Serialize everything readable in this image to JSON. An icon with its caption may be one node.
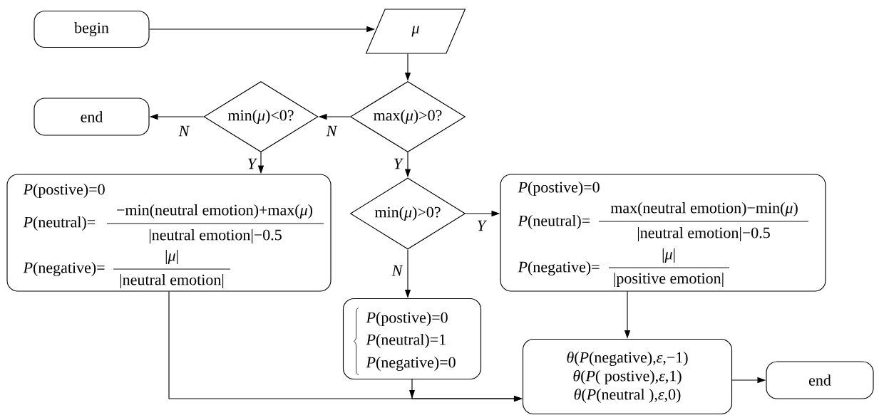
{
  "diagram": {
    "nodes": [
      {
        "text": [
          "begin"
        ]
      },
      {
        "text": [
          "μ"
        ]
      },
      {
        "text": [
          "max(*μ*)>0?"
        ]
      },
      {
        "text": [
          "end"
        ]
      },
      {
        "text": [
          "min(*μ*)<0?"
        ]
      },
      {
        "text": [
          "*P*(postive)=0",
          "*P*(neutral)=",
          "−min(neutral emotion)+max(*μ*)",
          "|neutral emotion|−0.5",
          "*P*(negative)=",
          "|*μ*|",
          "|neutral emotion|"
        ]
      },
      {
        "text": [
          "min(*μ*)>0?"
        ]
      },
      {
        "text": [
          "*P*(postive)=0",
          "*P*(neutral)=",
          "max(neutral emotion)−min(*μ*)",
          "|neutral emotion|−0.5",
          "*P*(negative)=",
          "|*μ*|",
          "|positive emotion|"
        ]
      },
      {
        "text": [
          "*P*(postive)=0",
          "*P*(neutral)=1",
          "*P*(negative)=0"
        ]
      },
      {
        "text": [
          "*θ*(*P*(negative),*ε*,−1)",
          "*θ*(*P*( postive),*ε*,1)",
          "*θ*(*P*(neutral ),*ε*,0)"
        ]
      },
      {
        "text": [
          "end"
        ]
      }
    ],
    "edges": [
      {
        "from": 0,
        "to": 1,
        "arrow": "to"
      },
      {
        "from": 1,
        "to": 2,
        "arrow": "to"
      },
      {
        "from": 2,
        "to": 4,
        "arrow": "to",
        "label": "N"
      },
      {
        "from": 4,
        "to": 3,
        "arrow": "to",
        "label": "N"
      },
      {
        "from": 4,
        "to": 5,
        "arrow": "to",
        "label": "Y"
      },
      {
        "from": 2,
        "to": 6,
        "arrow": "to",
        "label": "Y"
      },
      {
        "from": 6,
        "to": 7,
        "arrow": "to",
        "label": "Y"
      },
      {
        "from": 6,
        "to": 8,
        "arrow": "to",
        "label": "N"
      },
      {
        "from": 5,
        "to": 9,
        "arrow": "to"
      },
      {
        "from": 8,
        "to": 9,
        "arrow": "to"
      },
      {
        "from": 7,
        "to": 9,
        "arrow": "to"
      },
      {
        "from": 9,
        "to": 10,
        "arrow": "to"
      }
    ]
  }
}
